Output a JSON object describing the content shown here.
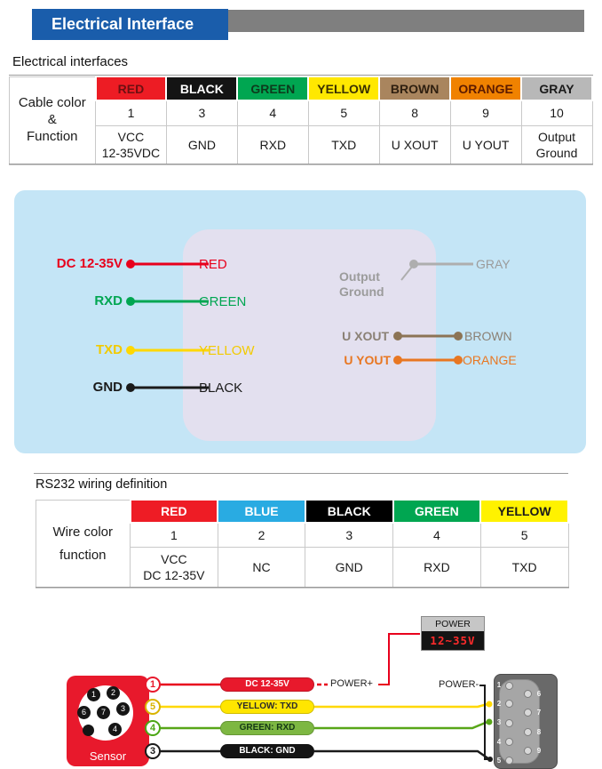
{
  "header": {
    "title": "Electrical Interface"
  },
  "theme": {
    "banner_blue": "#1a5dab",
    "banner_gray": "#7f7f7f",
    "diagram_bg": "#c4e5f6",
    "connector_body_bg": "#e3e0ef"
  },
  "section1": {
    "title": "Electrical interfaces",
    "table": {
      "row_header": "Cable color\n&\nFunction",
      "columns": [
        {
          "name": "RED",
          "pin": "1",
          "function": "VCC\n12-35VDC",
          "bg": "#ed1c24",
          "fg": "#6d1012"
        },
        {
          "name": "BLACK",
          "pin": "3",
          "function": "GND",
          "bg": "#141414",
          "fg": "#ffffff"
        },
        {
          "name": "GREEN",
          "pin": "4",
          "function": "RXD",
          "bg": "#00a651",
          "fg": "#0d3a1c"
        },
        {
          "name": "YELLOW",
          "pin": "5",
          "function": "TXD",
          "bg": "#ffe800",
          "fg": "#3a3000"
        },
        {
          "name": "BROWN",
          "pin": "8",
          "function": "U XOUT",
          "bg": "#a9855e",
          "fg": "#2e1f10"
        },
        {
          "name": "ORANGE",
          "pin": "9",
          "function": "U YOUT",
          "bg": "#f08200",
          "fg": "#5c1b00"
        },
        {
          "name": "GRAY",
          "pin": "10",
          "function": "Output\nGround",
          "bg": "#b8b8b8",
          "fg": "#1a1a1a"
        }
      ]
    }
  },
  "diagram1": {
    "left_wires": [
      {
        "label": "DC 12-35V",
        "color_name": "RED",
        "wire_color": "#e8001c",
        "text_color": "#e8001c"
      },
      {
        "label": "RXD",
        "color_name": "GREEN",
        "wire_color": "#00a651",
        "text_color": "#00a651"
      },
      {
        "label": "TXD",
        "color_name": "YELLOW",
        "wire_color": "#ffd800",
        "text_color": "#f2ca00"
      },
      {
        "label": "GND",
        "color_name": "BLACK",
        "wire_color": "#1a1a1a",
        "text_color": "#1a1a1a"
      }
    ],
    "right_wires": [
      {
        "label": "Output\nGround",
        "color_name": "GRAY",
        "wire_color": "#aeaeae",
        "text_color": "#9b9b9b"
      },
      {
        "label": "U XOUT",
        "color_name": "BROWN",
        "wire_color": "#8c7455",
        "text_color": "#8b8175"
      },
      {
        "label": "U YOUT",
        "color_name": "ORANGE",
        "wire_color": "#e87722",
        "text_color": "#e87722"
      }
    ]
  },
  "section2": {
    "title": "RS232 wiring definition",
    "table": {
      "row_header": "Wire color\nfunction",
      "columns": [
        {
          "name": "RED",
          "pin": "1",
          "function": "VCC\nDC 12-35V",
          "bg": "#ee1c25",
          "fg": "#ffffff"
        },
        {
          "name": "BLUE",
          "pin": "2",
          "function": "NC",
          "bg": "#29abe2",
          "fg": "#ffffff"
        },
        {
          "name": "BLACK",
          "pin": "3",
          "function": "GND",
          "bg": "#000000",
          "fg": "#ffffff"
        },
        {
          "name": "GREEN",
          "pin": "4",
          "function": "RXD",
          "bg": "#00a651",
          "fg": "#ffffff"
        },
        {
          "name": "YELLOW",
          "pin": "5",
          "function": "TXD",
          "bg": "#fff200",
          "fg": "#1a1a1a"
        }
      ]
    }
  },
  "diagram2": {
    "power_meter": {
      "label": "POWER",
      "value": "12~35V",
      "value_color": "#ff2b2b"
    },
    "power_plus_label": "POWER+",
    "power_minus_label": "POWER-",
    "sensor": {
      "label": "Sensor",
      "body_color": "#e8192c",
      "pins": [
        "1",
        "2",
        "6",
        "7",
        "3",
        "4"
      ]
    },
    "wires": [
      {
        "badge": "1",
        "badge_color": "#e8192c",
        "pill_label": "DC 12-35V",
        "pill_bg": "#e8192c",
        "pill_fg": "#ffffff",
        "wire_color": "#e8001c"
      },
      {
        "badge": "5",
        "badge_color": "#d9b400",
        "pill_label": "YELLOW: TXD",
        "pill_bg": "#ffe600",
        "pill_fg": "#2b2b2b",
        "wire_color": "#ffd800"
      },
      {
        "badge": "4",
        "badge_color": "#4ba614",
        "pill_label": "GREEN: RXD",
        "pill_bg": "#7db742",
        "pill_fg": "#153815",
        "wire_color": "#58a618"
      },
      {
        "badge": "3",
        "badge_color": "#1a1a1a",
        "pill_label": "BLACK: GND",
        "pill_bg": "#141414",
        "pill_fg": "#ffffff",
        "wire_color": "#1a1a1a"
      }
    ],
    "db9": {
      "left_pins": [
        "1",
        "2",
        "3",
        "4",
        "5"
      ],
      "right_pins": [
        "6",
        "7",
        "8",
        "9"
      ]
    }
  }
}
